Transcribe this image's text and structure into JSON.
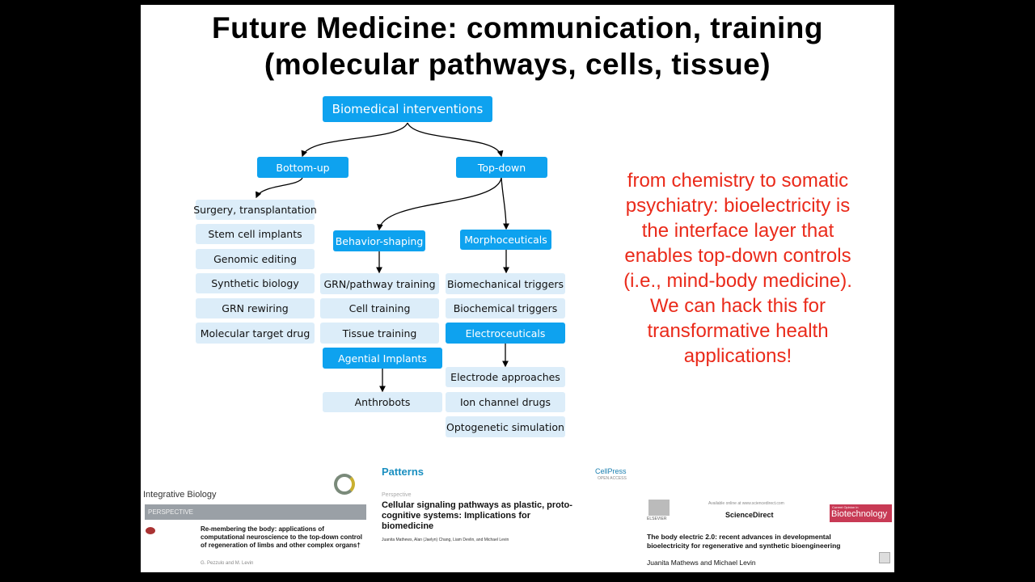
{
  "slide": {
    "title_lines": [
      "Future Medicine: communication, training",
      "(molecular pathways, cells, tissue)"
    ],
    "diagram": {
      "root": "Biomedical interventions",
      "bottom_up": "Bottom-up",
      "top_down": "Top-down",
      "bottom_up_items": [
        "Surgery, transplantation",
        "Stem cell implants",
        "Genomic editing",
        "Synthetic biology",
        "GRN rewiring",
        "Molecular target drug"
      ],
      "behavior_shaping": "Behavior-shaping",
      "behavior_items": [
        "GRN/pathway training",
        "Cell training",
        "Tissue training"
      ],
      "agential_implants": "Agential Implants",
      "anthrobots": "Anthrobots",
      "morphoceuticals": "Morphoceuticals",
      "morpho_items": [
        "Biomechanical triggers",
        "Biochemical triggers"
      ],
      "electroceuticals": "Electroceuticals",
      "electro_items": [
        "Electrode approaches",
        "Ion channel drugs",
        "Optogenetic simulation"
      ]
    },
    "callout_lines": [
      "from chemistry to somatic",
      "psychiatry: bioelectricity is",
      "the interface layer that",
      "enables top-down controls",
      "(i.e., mind-body medicine).",
      "We can hack this for",
      "transformative health",
      "applications!"
    ],
    "colors": {
      "node_blue": "#0ea2ef",
      "node_light": "#dcedf9",
      "callout_red": "#ea2a1a"
    },
    "papers": [
      {
        "journal": "Integrative Biology",
        "section": "PERSPECTIVE",
        "title": "Re-membering the body: applications of computational neuroscience to the top-down control of regeneration of limbs and other complex organs†",
        "authors": "G. Pezzulo and M. Levin"
      },
      {
        "journal": "Patterns",
        "publisher": "CellPress",
        "access": "OPEN ACCESS",
        "section": "Perspective",
        "title": "Cellular signaling pathways as plastic, proto-cognitive systems: Implications for biomedicine",
        "authors": "Juanita Mathews, Alan (Jaelyn) Chang, Liam Devlin, and Michael Levin"
      },
      {
        "publisher": "ELSEVIER",
        "available": "Available online at www.sciencedirect.com",
        "platform": "ScienceDirect",
        "journal": "Biotechnology",
        "journal_series": "Current Opinion in",
        "title": "The body electric 2.0: recent advances in developmental bioelectricity for regenerative and synthetic bioengineering",
        "authors": "Juanita Mathews and Michael Levin"
      }
    ]
  }
}
